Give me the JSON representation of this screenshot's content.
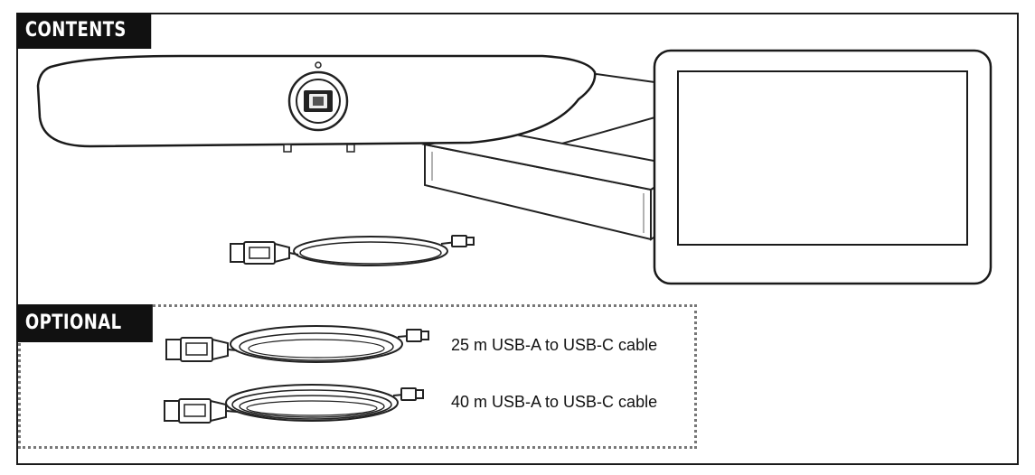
{
  "sections": {
    "contents_label": "CONTENTS",
    "optional_label": "OPTIONAL"
  },
  "included_items": [
    {
      "icon": "video-bar-icon"
    },
    {
      "icon": "touch-controller-icon"
    },
    {
      "icon": "compute-box-icon"
    },
    {
      "icon": "usb-cable-icon"
    }
  ],
  "optional_items": [
    {
      "label": "25 m USB-A to USB-C cable",
      "icon": "usb-cable-icon"
    },
    {
      "label": "40 m USB-A to USB-C cable",
      "icon": "usb-cable-icon"
    }
  ]
}
